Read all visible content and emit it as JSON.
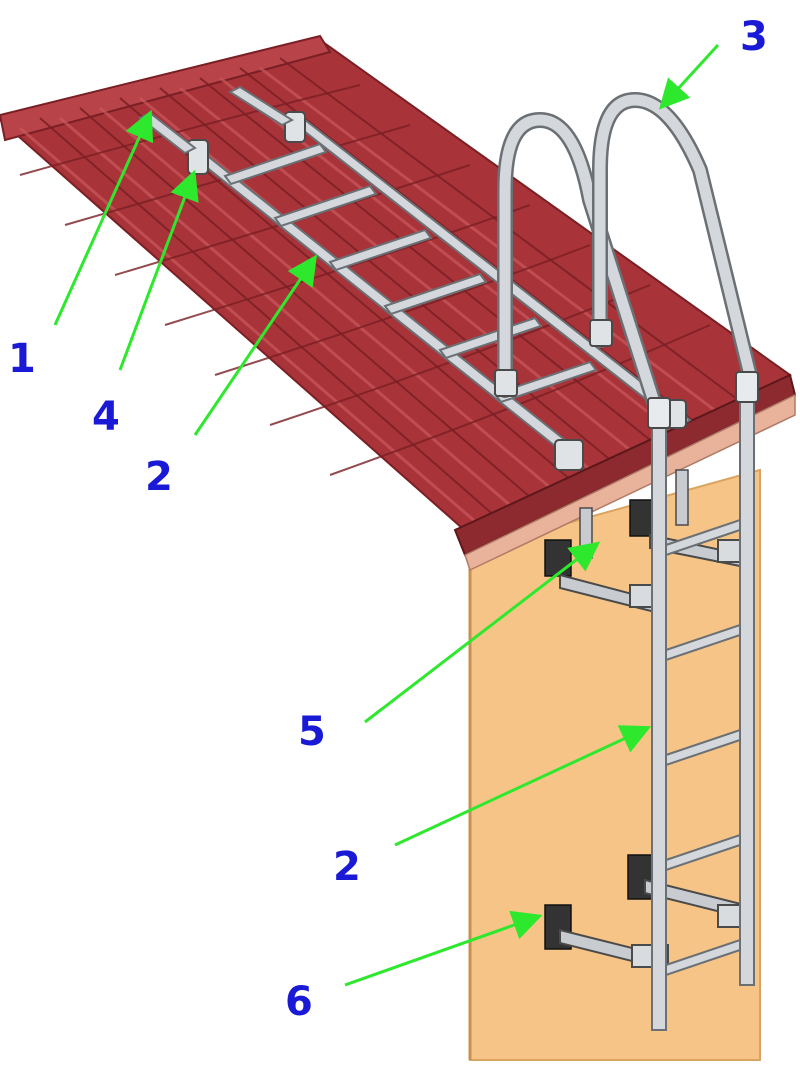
{
  "colors": {
    "background": "#ffffff",
    "wall": "#f7c487",
    "wall_edge": "#d9a460",
    "roof_tile": "#a8343a",
    "roof_tile_dark": "#7a1f24",
    "roof_tile_light": "#c9585c",
    "metal": "#d4d8dc",
    "metal_edge": "#6b7075",
    "bracket_dark": "#4a4a4a",
    "arrow": "#2ee82e",
    "label": "#1a1ad6"
  },
  "icons": {
    "roof": "tiled-roof",
    "ladder": "metal-ladder",
    "handrail": "arched-handrail",
    "bracket": "wall-bracket"
  },
  "callouts": [
    {
      "id": "c1",
      "number": "1"
    },
    {
      "id": "c4",
      "number": "4"
    },
    {
      "id": "c2a",
      "number": "2"
    },
    {
      "id": "c3",
      "number": "3"
    },
    {
      "id": "c5",
      "number": "5"
    },
    {
      "id": "c2b",
      "number": "2"
    },
    {
      "id": "c6",
      "number": "6"
    }
  ]
}
